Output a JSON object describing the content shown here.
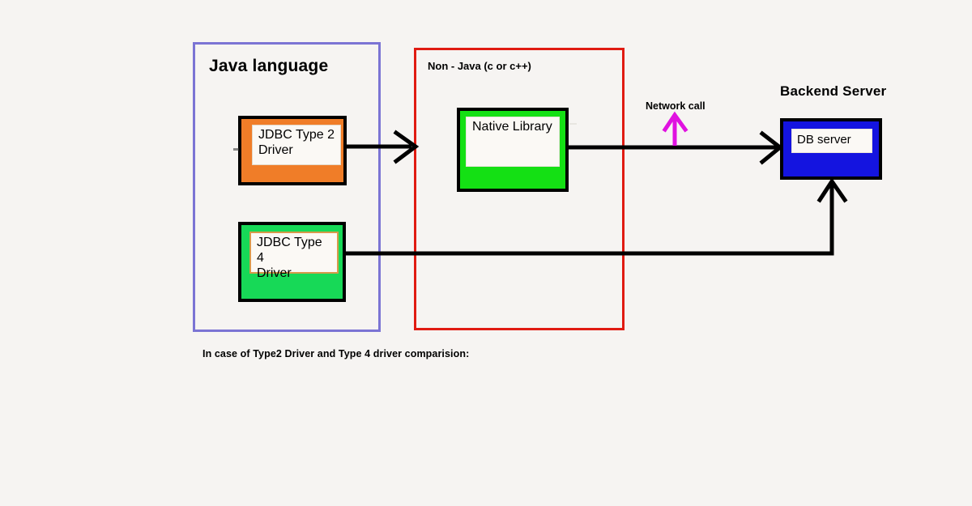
{
  "diagram": {
    "title": "JDBC Type 2 and Type 4 driver comparison diagram",
    "background_color": "#f6f4f2",
    "caption": "In case of Type2 Driver and Type 4 driver comparision:"
  },
  "panels": [
    {
      "name": "java-language-panel",
      "label": "Java language",
      "border_color": "#7b74d4"
    },
    {
      "name": "non-java-panel",
      "label": "Non - Java (c or c++)",
      "border_color": "#e01b12"
    }
  ],
  "nodes": [
    {
      "name": "jdbc-type-2-driver",
      "label": "JDBC Type 2\nDriver",
      "fill": "#f07d28",
      "border": "#000000"
    },
    {
      "name": "jdbc-type-4-driver",
      "label": "JDBC Type 4\nDriver",
      "fill": "#17d957",
      "border": "#000000"
    },
    {
      "name": "native-library",
      "label": "Native Library",
      "fill": "#14e014",
      "border": "#000000"
    },
    {
      "name": "db-server",
      "label": "DB server",
      "fill": "#1414e0",
      "border": "#000000"
    }
  ],
  "labels": {
    "backend_server": "Backend Server",
    "network_call": "Network call",
    "network_arrow_color": "#e012e0"
  },
  "edges": [
    {
      "name": "type2-to-native-library",
      "from": "jdbc-type-2-driver",
      "to": "native-library",
      "color": "#000000"
    },
    {
      "name": "native-library-to-db-server",
      "from": "native-library",
      "to": "db-server",
      "color": "#000000"
    },
    {
      "name": "type4-to-db-server",
      "from": "jdbc-type-4-driver",
      "to": "db-server",
      "color": "#000000"
    },
    {
      "name": "network-call-marker",
      "from": "network-call-label",
      "to": "native-library-to-db-server",
      "color": "#e012e0"
    }
  ]
}
